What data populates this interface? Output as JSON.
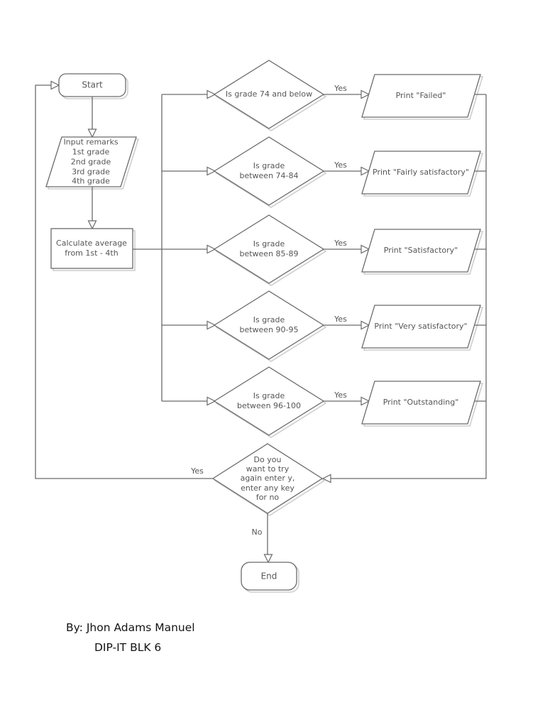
{
  "flow": {
    "start_label": "Start",
    "input_text": "Input remarks\n1st grade\n2nd grade\n3rd grade\n4th grade",
    "process_text": "Calculate average\nfrom 1st - 4th",
    "decisions": [
      {
        "text": "Is grade 74 and below",
        "yes": "Yes",
        "print": "Print \"Failed\""
      },
      {
        "text": "Is grade\nbetween 74-84",
        "yes": "Yes",
        "print": "Print \"Fairly satisfactory\""
      },
      {
        "text": "Is grade\nbetween 85-89",
        "yes": "Yes",
        "print": "Print \"Satisfactory\""
      },
      {
        "text": "Is grade\nbetween 90-95",
        "yes": "Yes",
        "print": "Print \"Very satisfactory\""
      },
      {
        "text": "Is grade\nbetween 96-100",
        "yes": "Yes",
        "print": "Print \"Outstanding\""
      }
    ],
    "loop_decision_text": "Do you\nwant to try\nagain enter y,\nenter any key\nfor no",
    "loop_yes_label": "Yes",
    "loop_no_label": "No",
    "end_label": "End"
  },
  "credits": {
    "line1": "By: Jhon Adams Manuel",
    "line2": "DIP-IT BLK 6"
  },
  "colors": {
    "line": "#6a6a6a",
    "shape_fill": "#ffffff",
    "shadow": "#c6c6c6",
    "label_text": "#565656",
    "credit_text": "#141414"
  }
}
